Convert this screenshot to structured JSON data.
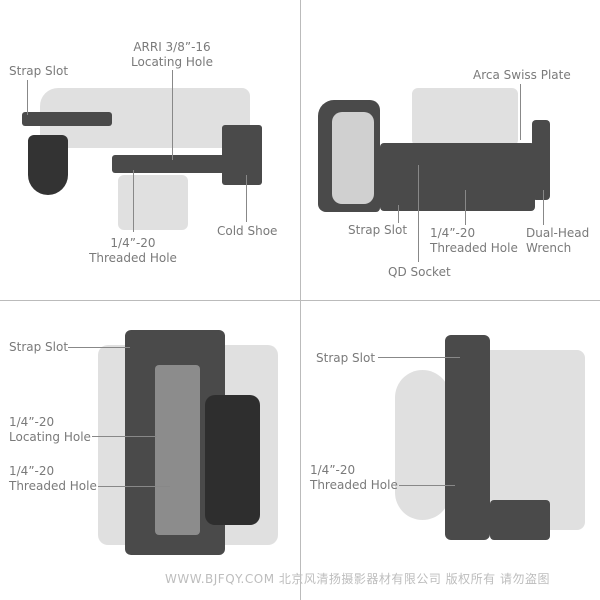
{
  "panels": {
    "top_left": {
      "strap_slot": "Strap Slot",
      "arri_line1": "ARRI 3/8”-16",
      "arri_line2": "Locating Hole",
      "cold_shoe": "Cold Shoe",
      "threaded_line1": "1/4”-20",
      "threaded_line2": "Threaded Hole"
    },
    "top_right": {
      "arca": "Arca Swiss Plate",
      "strap_slot": "Strap Slot",
      "qd_socket": "QD Socket",
      "threaded_line1": "1/4”-20",
      "threaded_line2": "Threaded Hole",
      "wrench_line1": "Dual-Head",
      "wrench_line2": "Wrench"
    },
    "bottom_left": {
      "strap_slot": "Strap Slot",
      "locating_line1": "1/4”-20",
      "locating_line2": "Locating Hole",
      "threaded_line1": "1/4”-20",
      "threaded_line2": "Threaded Hole"
    },
    "bottom_right": {
      "strap_slot": "Strap Slot",
      "threaded_line1": "1/4”-20",
      "threaded_line2": "Threaded Hole"
    }
  },
  "watermark": "WWW.BJFQY.COM 北京风清扬摄影器材有限公司 版权所有 请勿盗图"
}
